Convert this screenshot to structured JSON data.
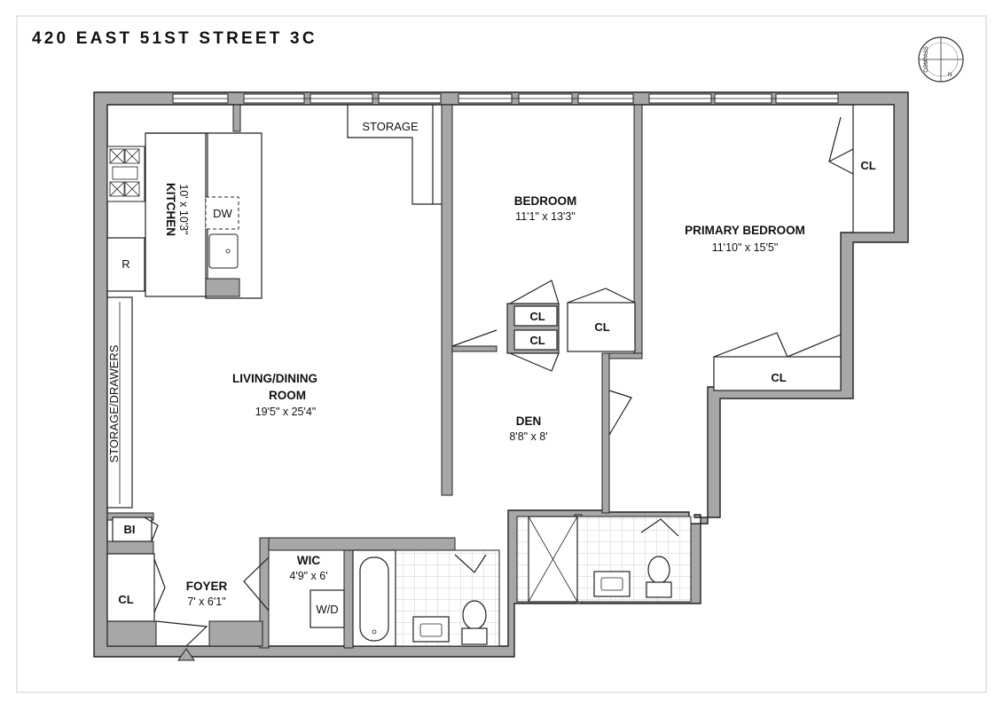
{
  "title": "420 EAST 51ST STREET 3C",
  "compass": {
    "label": "COMPASS",
    "north": "N"
  },
  "rooms": {
    "kitchen": {
      "name": "KITCHEN",
      "dims": "10' x 10'3\""
    },
    "living": {
      "name_line1": "LIVING/DINING",
      "name_line2": "ROOM",
      "dims": "19'5\" x 25'4\""
    },
    "bedroom": {
      "name": "BEDROOM",
      "dims": "11'1\" x 13'3\""
    },
    "primary": {
      "name": "PRIMARY BEDROOM",
      "dims": "11'10\" x 15'5\""
    },
    "den": {
      "name": "DEN",
      "dims": "8'8\" x 8'"
    },
    "foyer": {
      "name": "FOYER",
      "dims": "7' x 6'1\""
    },
    "wic": {
      "name": "WIC",
      "dims": "4'9\" x 6'"
    }
  },
  "labels": {
    "storage": "STORAGE",
    "storage_drawers": "STORAGE/DRAWERS",
    "dw": "DW",
    "r": "R",
    "bi": "BI",
    "wd": "W/D",
    "cl": "CL"
  },
  "colors": {
    "wall": "#a7a7a7",
    "outline": "#222222",
    "tile": "#cfcfcf"
  }
}
